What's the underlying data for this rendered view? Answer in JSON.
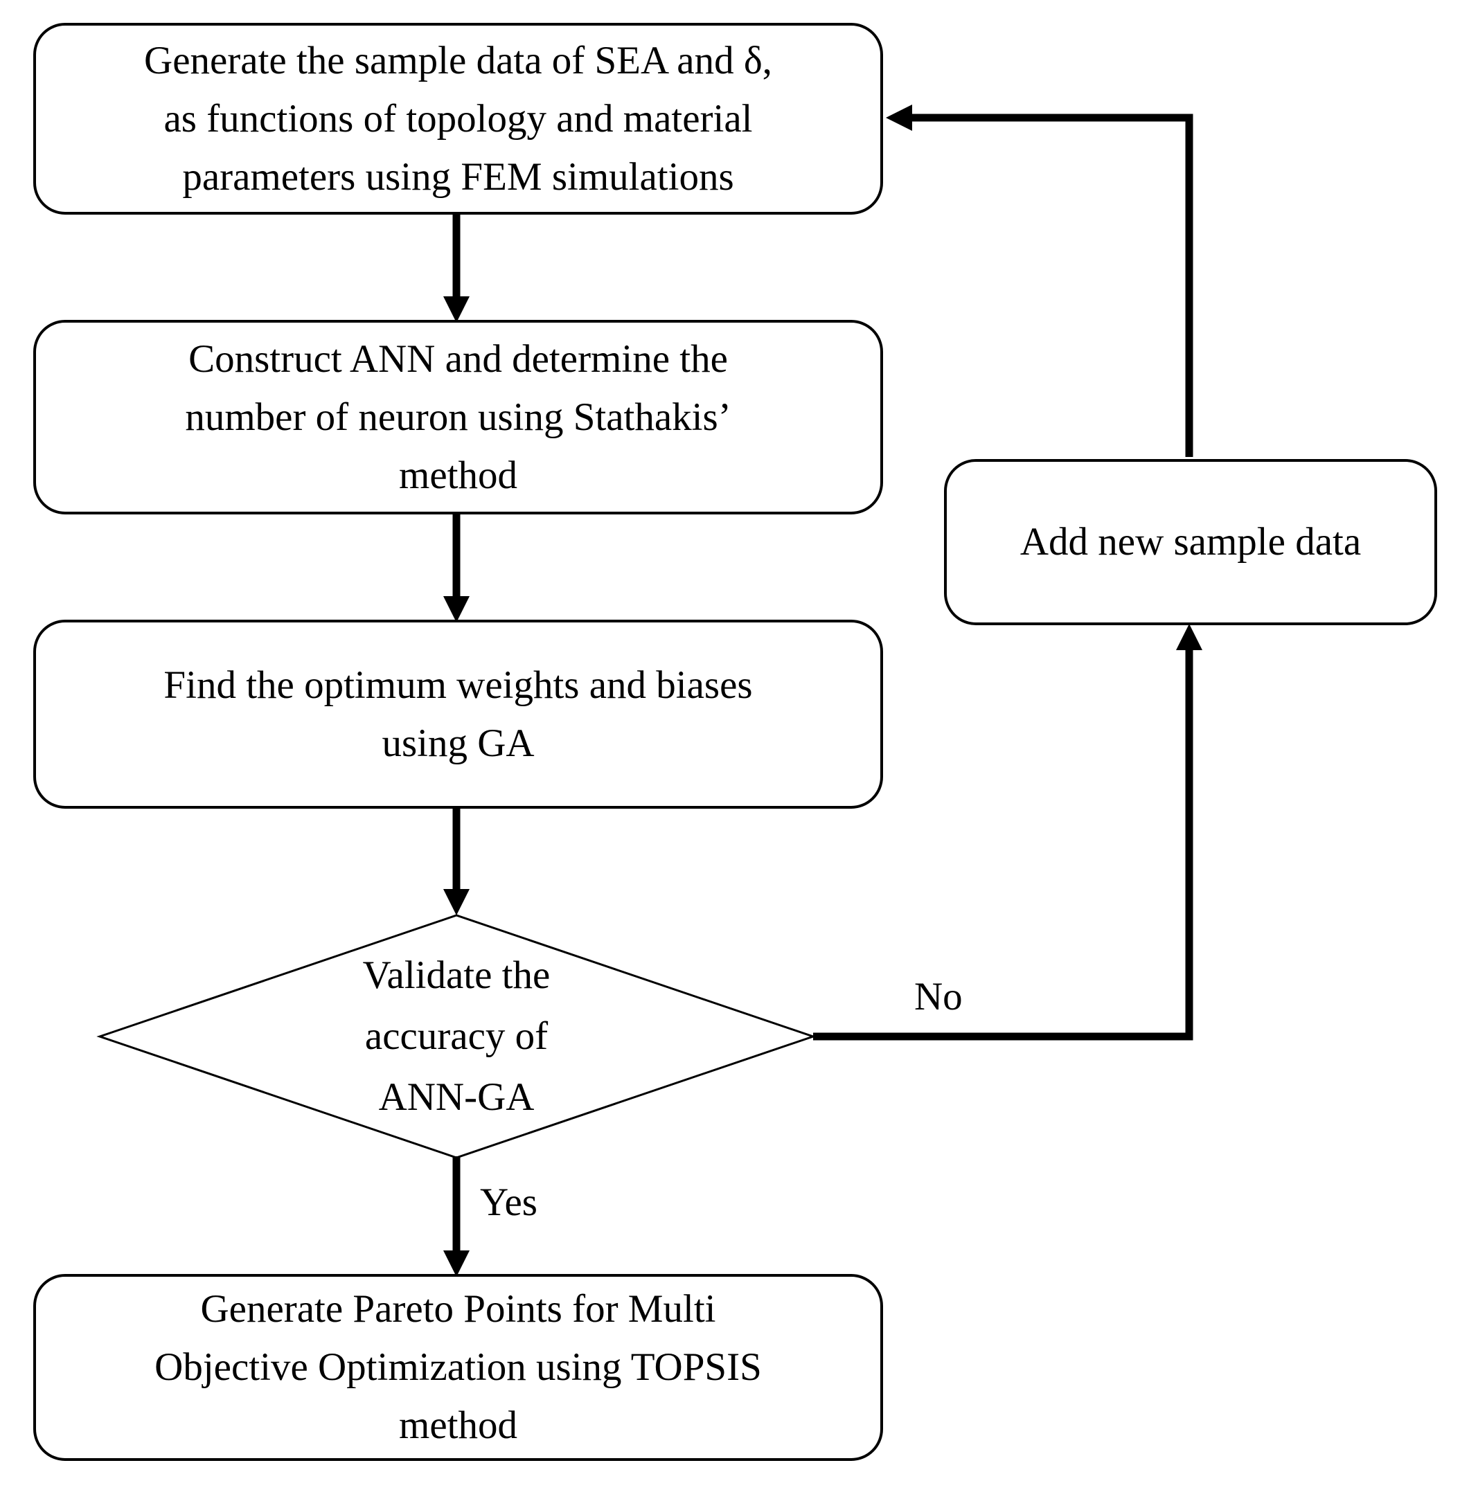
{
  "diagram": {
    "type": "flowchart",
    "colors": {
      "stroke": "#000000",
      "fill": "#ffffff",
      "text": "#000000"
    },
    "nodes": {
      "generate_sample_data": {
        "shape": "rounded-rect",
        "lines": [
          "Generate the sample data of SEA and δ,",
          "as functions of topology and material",
          "parameters using FEM simulations"
        ]
      },
      "construct_ann": {
        "shape": "rounded-rect",
        "lines": [
          "Construct ANN and determine the",
          "number of neuron using Stathakis’",
          "method"
        ]
      },
      "find_optimum_weights": {
        "shape": "rounded-rect",
        "lines": [
          "Find the optimum weights and biases",
          "using GA"
        ]
      },
      "validate_accuracy": {
        "shape": "diamond",
        "lines": [
          "Validate the",
          "accuracy of",
          "ANN-GA"
        ]
      },
      "add_new_sample_data": {
        "shape": "rounded-rect",
        "lines": [
          "Add new sample data"
        ]
      },
      "generate_pareto_points": {
        "shape": "rounded-rect",
        "lines": [
          "Generate Pareto Points for Multi",
          "Objective Optimization using TOPSIS",
          "method"
        ]
      }
    },
    "edge_labels": {
      "no": "No",
      "yes": "Yes"
    },
    "edges": [
      "generate_sample_data -> construct_ann",
      "construct_ann -> find_optimum_weights",
      "find_optimum_weights -> validate_accuracy",
      "validate_accuracy -> generate_pareto_points [Yes]",
      "validate_accuracy -> add_new_sample_data [No]",
      "add_new_sample_data -> generate_sample_data"
    ]
  }
}
